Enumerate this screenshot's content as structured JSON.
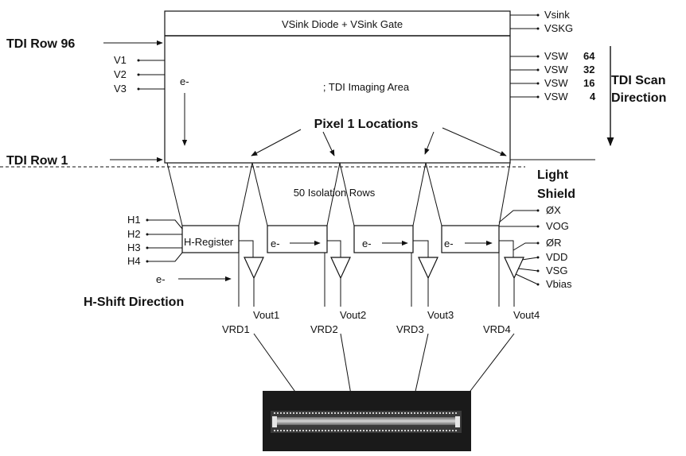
{
  "imaging": {
    "sink_label": "VSink Diode + VSink Gate",
    "area_label": "; TDI Imaging Area",
    "electron": "e-"
  },
  "left_labels": {
    "row96": "TDI Row 96",
    "row1": "TDI Row 1",
    "v1": "V1",
    "v2": "V2",
    "v3": "V3"
  },
  "right_labels": {
    "vsink": "Vsink",
    "vskg": "VSKG",
    "vsw": [
      "VSW",
      "VSW",
      "VSW",
      "VSW"
    ],
    "vsw_counts": [
      "64",
      "32",
      "16",
      "4"
    ],
    "scan_line1": "TDI Scan",
    "scan_line2": "Direction"
  },
  "pixel_label": "Pixel 1 Locations",
  "isolation_label": "50 Isolation Rows",
  "light_shield": [
    "Light",
    "Shield"
  ],
  "h_inputs": [
    "H1",
    "H2",
    "H3",
    "H4"
  ],
  "h_register_label": "H-Register",
  "register_electrons": [
    "e-",
    "e-",
    "e-"
  ],
  "h_shift": {
    "electron": "e-",
    "label": "H-Shift Direction"
  },
  "outputs": [
    {
      "vout": "Vout1",
      "vrd": "VRD1"
    },
    {
      "vout": "Vout2",
      "vrd": "VRD2"
    },
    {
      "vout": "Vout3",
      "vrd": "VRD3"
    },
    {
      "vout": "Vout4",
      "vrd": "VRD4"
    }
  ],
  "output_signals": [
    "ØX",
    "VOG",
    "ØR",
    "VDD",
    "VSG",
    "Vbias"
  ]
}
